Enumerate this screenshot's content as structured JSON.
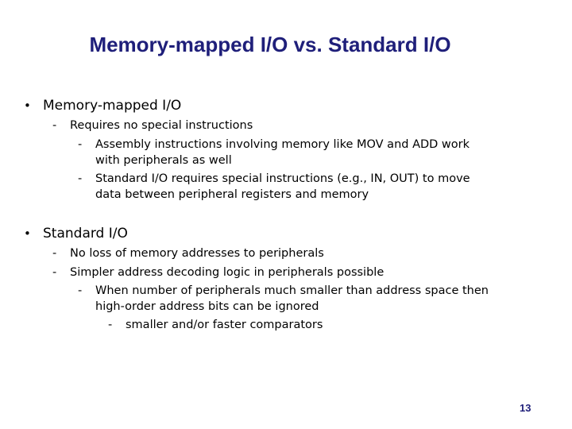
{
  "slide": {
    "title": "Memory-mapped I/O vs. Standard I/O",
    "bullet_glyph": "•",
    "dash_glyph": "-",
    "page_number": "13"
  },
  "sections": [
    {
      "heading": "Memory-mapped I/O",
      "items": [
        {
          "text": "Requires no special instructions"
        },
        {
          "text": "Assembly instructions involving memory like MOV and ADD work\nwith peripherals as well"
        },
        {
          "text": "Standard I/O requires special instructions (e.g., IN, OUT) to move\ndata between peripheral registers and memory"
        }
      ]
    },
    {
      "heading": "Standard I/O",
      "items": [
        {
          "text": "No loss of memory addresses to peripherals"
        },
        {
          "text": "Simpler address decoding logic in peripherals possible"
        },
        {
          "text": "When number of peripherals much smaller than address space then\nhigh-order address bits can be ignored"
        },
        {
          "text": "smaller and/or faster comparators"
        }
      ]
    }
  ],
  "colors": {
    "title": "#1f1f7a",
    "text": "#000000",
    "background": "#ffffff"
  }
}
